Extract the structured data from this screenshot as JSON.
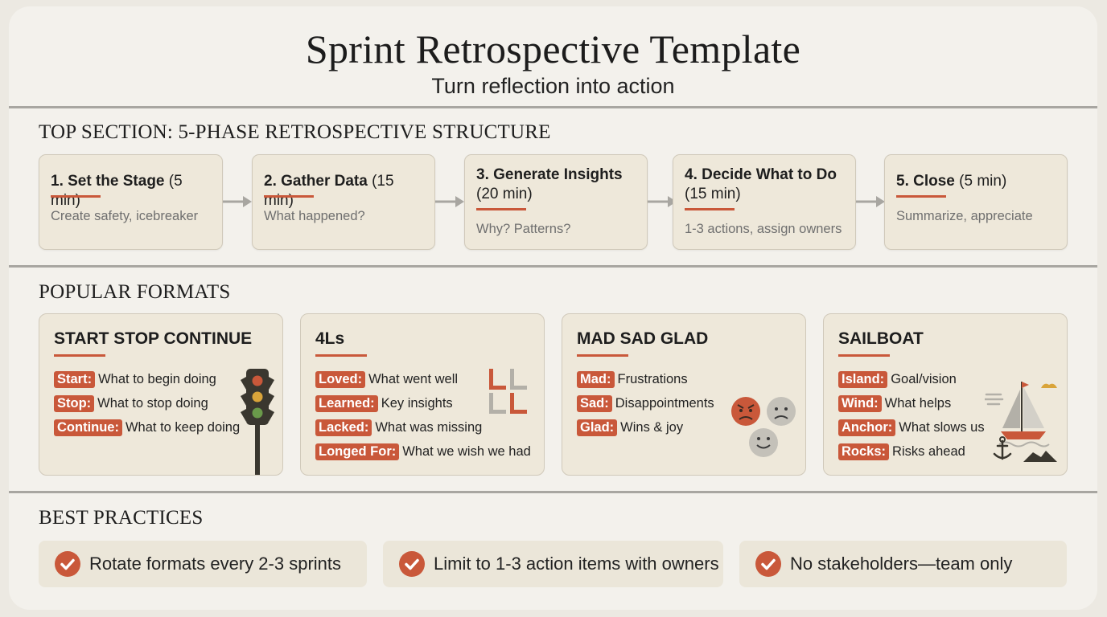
{
  "header": {
    "title": "Sprint Retrospective Template",
    "subtitle": "Turn reflection into action"
  },
  "phases": {
    "section_title": "TOP SECTION: 5-PHASE RETROSPECTIVE STRUCTURE",
    "items": [
      {
        "name": "1. Set the Stage",
        "duration": "(5 min)",
        "desc": "Create safety, icebreaker"
      },
      {
        "name": "2. Gather Data",
        "duration": "(15 min)",
        "desc": "What happened?"
      },
      {
        "name": "3. Generate Insights",
        "duration": "(20 min)",
        "desc": "Why? Patterns?"
      },
      {
        "name": "4. Decide What to Do",
        "duration": "(15 min)",
        "desc": "1-3 actions, assign owners"
      },
      {
        "name": "5. Close",
        "duration": "(5 min)",
        "desc": "Summarize, appreciate"
      }
    ]
  },
  "formats": {
    "section_title": "POPULAR FORMATS",
    "cards": [
      {
        "title": "START STOP CONTINUE",
        "icon": "traffic-light-icon",
        "rows": [
          {
            "tag": "Start:",
            "text": "What to begin doing"
          },
          {
            "tag": "Stop:",
            "text": "What to stop doing"
          },
          {
            "tag": "Continue:",
            "text": "What to keep doing"
          }
        ]
      },
      {
        "title": "4Ls",
        "icon": "four-l-icon",
        "rows": [
          {
            "tag": "Loved:",
            "text": "What went well"
          },
          {
            "tag": "Learned:",
            "text": "Key insights"
          },
          {
            "tag": "Lacked:",
            "text": "What was missing"
          },
          {
            "tag": "Longed For:",
            "text": "What we wish we had"
          }
        ]
      },
      {
        "title": "MAD SAD GLAD",
        "icon": "emotion-faces-icon",
        "rows": [
          {
            "tag": "Mad:",
            "text": "Frustrations"
          },
          {
            "tag": "Sad:",
            "text": "Disappointments"
          },
          {
            "tag": "Glad:",
            "text": "Wins & joy"
          }
        ]
      },
      {
        "title": "SAILBOAT",
        "icon": "sailboat-icon",
        "rows": [
          {
            "tag": "Island:",
            "text": "Goal/vision"
          },
          {
            "tag": "Wind:",
            "text": "What helps"
          },
          {
            "tag": "Anchor:",
            "text": "What slows us"
          },
          {
            "tag": "Rocks:",
            "text": "Risks ahead"
          }
        ]
      }
    ]
  },
  "best_practices": {
    "section_title": "BEST PRACTICES",
    "items": [
      "Rotate formats every 2-3 sprints",
      "Limit to 1-3 action items with owners",
      "No stakeholders—team only"
    ]
  },
  "colors": {
    "accent": "#c9583a",
    "card_bg": "#eee8da",
    "page_bg": "#f3f1ec",
    "divider": "#a8a6a1",
    "muted_text": "#6f6f6f"
  }
}
